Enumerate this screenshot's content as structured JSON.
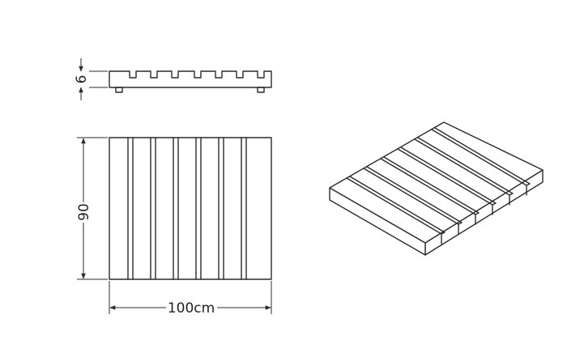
{
  "dimensions": {
    "height_label": "6",
    "depth_label": "90",
    "width_label": "100cm"
  },
  "views": [
    {
      "name": "side-view"
    },
    {
      "name": "top-view"
    },
    {
      "name": "isometric-view"
    }
  ],
  "colors": {
    "line": "#2b2b2b",
    "background": "#ffffff"
  }
}
